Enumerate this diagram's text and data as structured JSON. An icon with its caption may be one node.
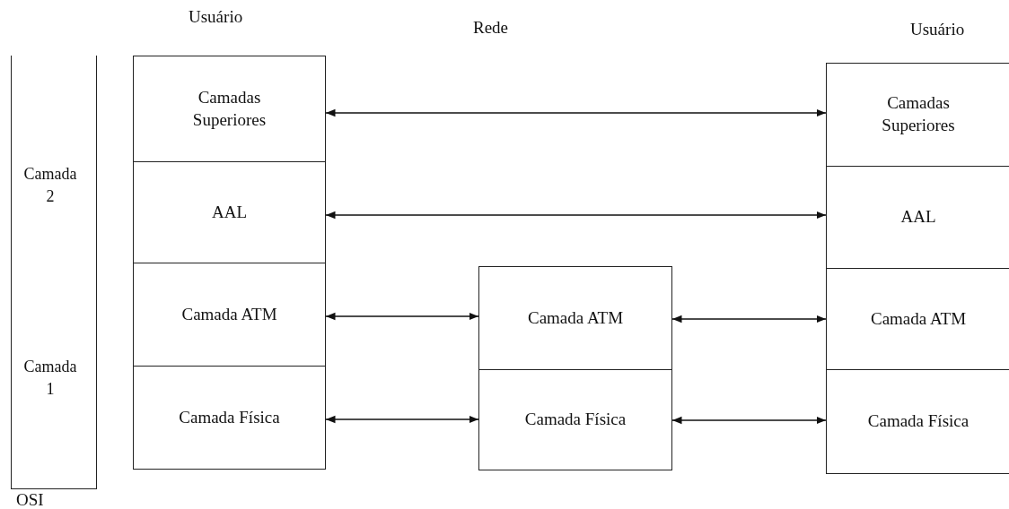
{
  "diagram": {
    "nodes": [
      {
        "text": [
          "Camada 2",
          "Camada 1"
        ],
        "beside": [
          "OSI"
        ]
      },
      {
        "text": [
          "Camadas Superiores"
        ]
      },
      {
        "text": [
          "AAL"
        ]
      },
      {
        "text": [
          "Camada ATM"
        ]
      },
      {
        "text": [
          "Camada Física"
        ]
      },
      {
        "text": [
          "Camada ATM"
        ]
      },
      {
        "text": [
          "Camada Física"
        ]
      },
      {
        "text": [
          "Camadas Superiores"
        ]
      },
      {
        "text": [
          "AAL"
        ]
      },
      {
        "text": [
          "Camada ATM"
        ]
      },
      {
        "text": [
          "Camada Física"
        ]
      }
    ],
    "edges": [
      {
        "from": 1,
        "to": 7,
        "arrow": "both"
      },
      {
        "from": 2,
        "to": 8,
        "arrow": "both"
      },
      {
        "from": 3,
        "to": 5,
        "arrow": "both"
      },
      {
        "from": 5,
        "to": 9,
        "arrow": "both"
      },
      {
        "from": 4,
        "to": 6,
        "arrow": "both"
      },
      {
        "from": 6,
        "to": 10,
        "arrow": "both"
      }
    ],
    "labels": [
      "Usuário",
      "Rede",
      "Usuário"
    ]
  }
}
